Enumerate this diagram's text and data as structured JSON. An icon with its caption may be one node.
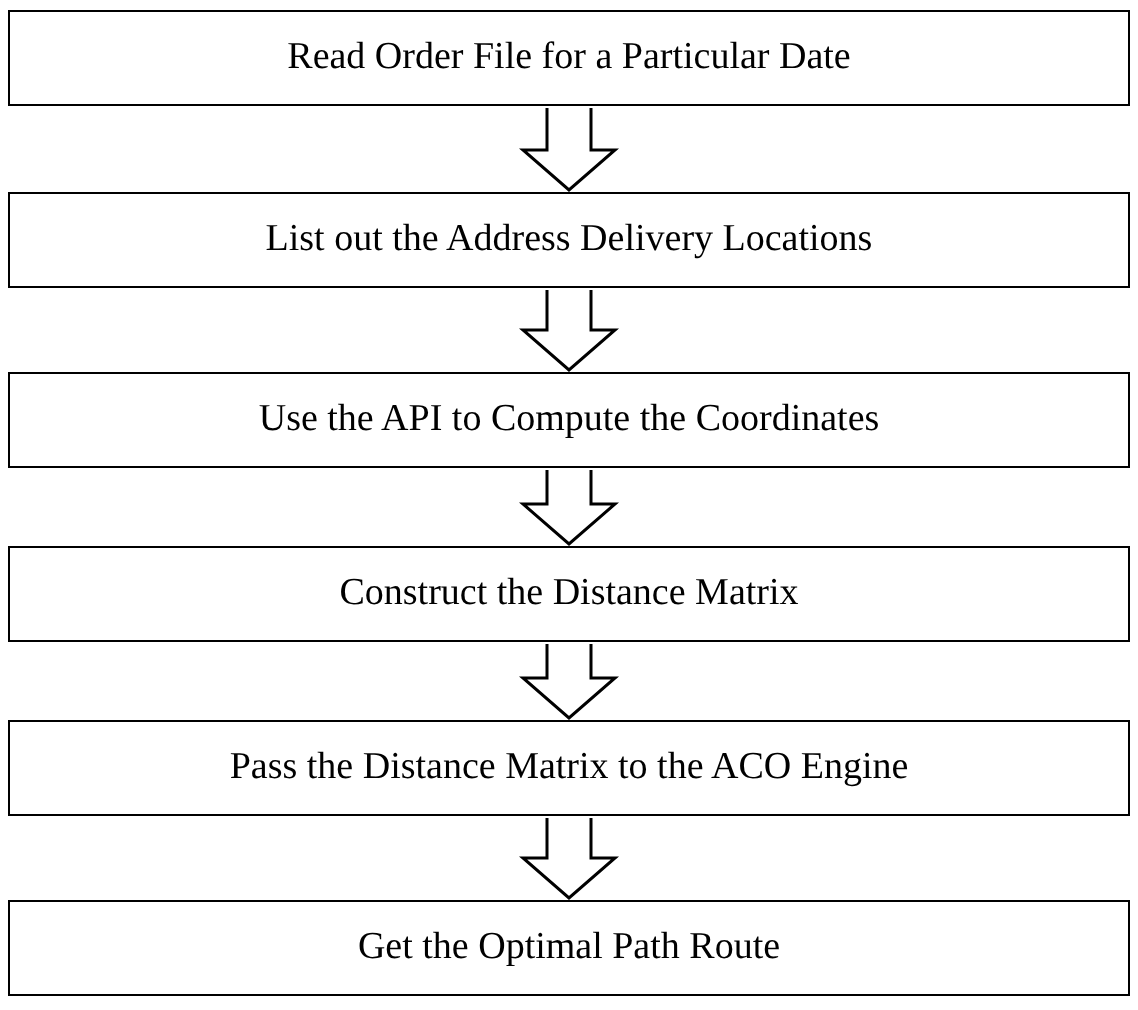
{
  "diagram": {
    "nodes": [
      {
        "text": [
          "Read Order File for a Particular Date"
        ]
      },
      {
        "text": [
          "List out the Address Delivery Locations"
        ]
      },
      {
        "text": [
          "Use the API to Compute the Coordinates"
        ]
      },
      {
        "text": [
          "Construct the Distance Matrix"
        ]
      },
      {
        "text": [
          "Pass the Distance Matrix to the ACO Engine"
        ]
      },
      {
        "text": [
          "Get the Optimal Path Route"
        ]
      }
    ],
    "edges": [
      {
        "from": 0,
        "to": 1,
        "arrow": "to"
      },
      {
        "from": 1,
        "to": 2,
        "arrow": "to"
      },
      {
        "from": 2,
        "to": 3,
        "arrow": "to"
      },
      {
        "from": 3,
        "to": 4,
        "arrow": "to"
      },
      {
        "from": 4,
        "to": 5,
        "arrow": "to"
      }
    ]
  }
}
